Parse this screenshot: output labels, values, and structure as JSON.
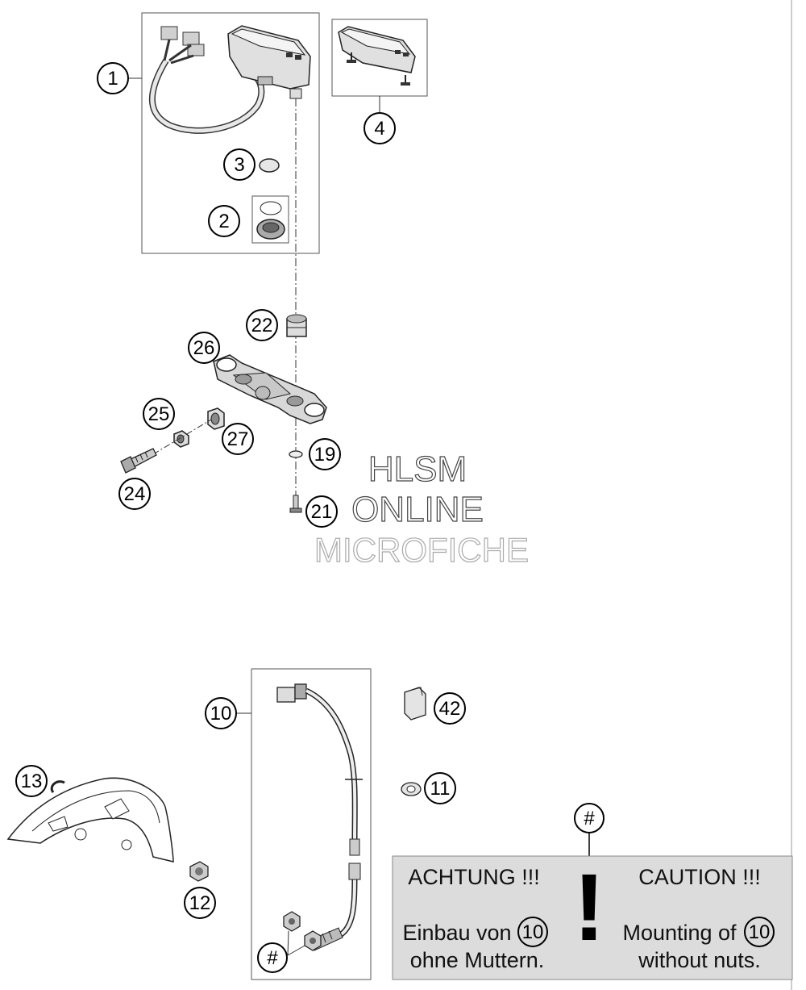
{
  "callouts": [
    {
      "id": "c1",
      "label": "1"
    },
    {
      "id": "c2",
      "label": "2"
    },
    {
      "id": "c3",
      "label": "3"
    },
    {
      "id": "c4",
      "label": "4"
    },
    {
      "id": "c10",
      "label": "10"
    },
    {
      "id": "c11",
      "label": "11"
    },
    {
      "id": "c12",
      "label": "12"
    },
    {
      "id": "c13",
      "label": "13"
    },
    {
      "id": "c19",
      "label": "19"
    },
    {
      "id": "c21",
      "label": "21"
    },
    {
      "id": "c22",
      "label": "22"
    },
    {
      "id": "c24",
      "label": "24"
    },
    {
      "id": "c25",
      "label": "25"
    },
    {
      "id": "c26",
      "label": "26"
    },
    {
      "id": "c27",
      "label": "27"
    },
    {
      "id": "c42",
      "label": "42"
    },
    {
      "id": "chash1",
      "label": "#"
    },
    {
      "id": "chash2",
      "label": "#"
    }
  ],
  "watermark": {
    "line1": "HLSM",
    "line2": "ONLINE",
    "line3": "MICROFICHE"
  },
  "notice": {
    "left_heading": "ACHTUNG !!!",
    "left_line1": "Einbau von",
    "left_ref": "10",
    "left_line2": "ohne Muttern.",
    "right_heading": "CAUTION !!!",
    "right_line1": "Mounting of",
    "right_ref": "10",
    "right_line2": "without nuts.",
    "exclaim": "!"
  }
}
